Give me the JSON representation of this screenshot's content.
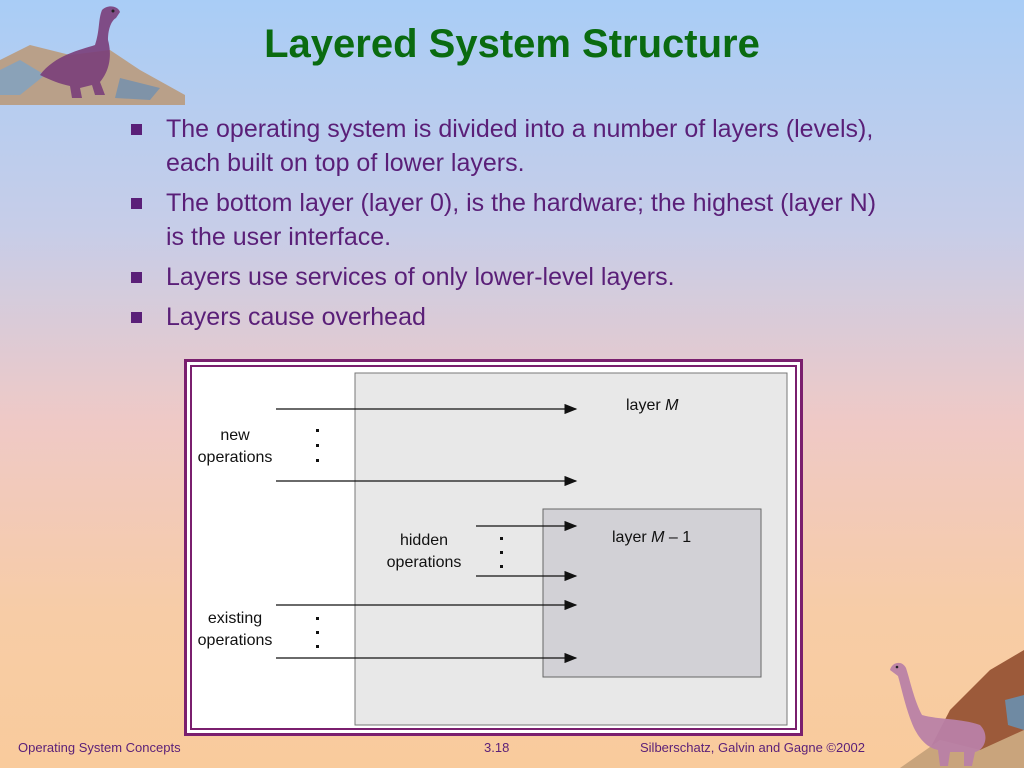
{
  "slide": {
    "title": "Layered System Structure",
    "bullets": [
      "The operating system is divided into a number of layers (levels), each built on top of lower layers.",
      "The bottom layer (layer 0), is the hardware; the highest (layer N) is the user interface.",
      "Layers use services of only lower-level layers.",
      "Layers cause overhead"
    ]
  },
  "diagram": {
    "layer_m_prefix": "layer ",
    "layer_m_var": "M",
    "layer_m1_prefix": "layer ",
    "layer_m1_var": "M",
    "layer_m1_suffix": " – 1",
    "new_ops_line1": "new",
    "new_ops_line2": "operations",
    "hidden_ops_line1": "hidden",
    "hidden_ops_line2": "operations",
    "existing_ops_line1": "existing",
    "existing_ops_line2": "operations"
  },
  "footer": {
    "left": "Operating System Concepts",
    "center": "3.18",
    "right": "Silberschatz, Galvin and  Gagne ©2002"
  },
  "colors": {
    "title": "#0a6b10",
    "text": "#5a1f78",
    "frame": "#7a1f6e"
  }
}
